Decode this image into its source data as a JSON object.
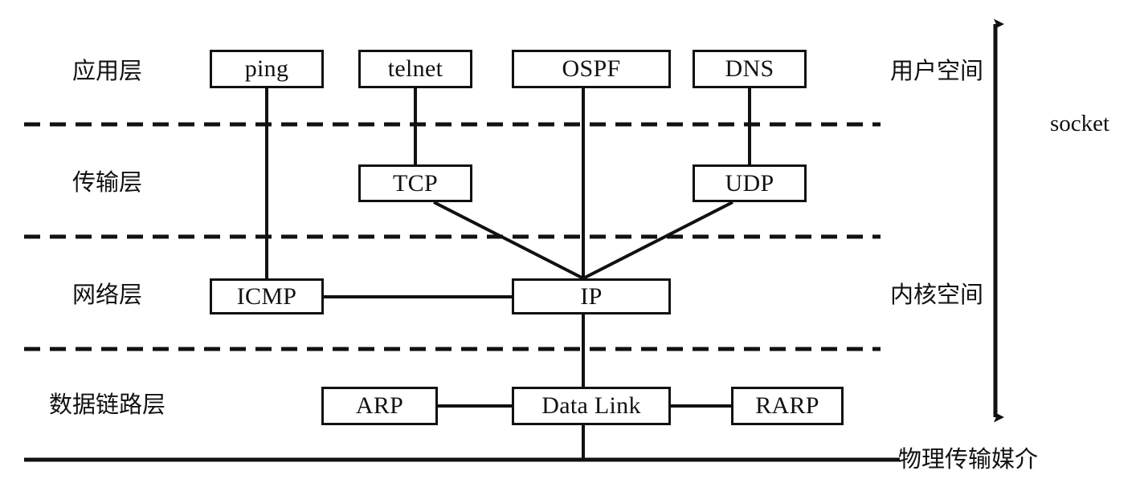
{
  "diagram": {
    "title": "TCP/IP protocol stack layered diagram",
    "colors": {
      "stroke": "#111111",
      "background": "#ffffff"
    },
    "layers": [
      {
        "id": "application",
        "label": "应用层"
      },
      {
        "id": "transport",
        "label": "传输层"
      },
      {
        "id": "network",
        "label": "网络层"
      },
      {
        "id": "datalink",
        "label": "数据链路层"
      }
    ],
    "nodes": [
      {
        "id": "ping",
        "label": "ping",
        "layer": "application"
      },
      {
        "id": "telnet",
        "label": "telnet",
        "layer": "application"
      },
      {
        "id": "ospf",
        "label": "OSPF",
        "layer": "application"
      },
      {
        "id": "dns",
        "label": "DNS",
        "layer": "application"
      },
      {
        "id": "tcp",
        "label": "TCP",
        "layer": "transport"
      },
      {
        "id": "udp",
        "label": "UDP",
        "layer": "transport"
      },
      {
        "id": "icmp",
        "label": "ICMP",
        "layer": "network"
      },
      {
        "id": "ip",
        "label": "IP",
        "layer": "network"
      },
      {
        "id": "arp",
        "label": "ARP",
        "layer": "datalink"
      },
      {
        "id": "datalink",
        "label": "Data Link",
        "layer": "datalink"
      },
      {
        "id": "rarp",
        "label": "RARP",
        "layer": "datalink"
      }
    ],
    "connections": [
      {
        "from": "ping",
        "to": "icmp"
      },
      {
        "from": "telnet",
        "to": "tcp"
      },
      {
        "from": "ospf",
        "to": "ip"
      },
      {
        "from": "dns",
        "to": "udp"
      },
      {
        "from": "tcp",
        "to": "ip"
      },
      {
        "from": "udp",
        "to": "ip"
      },
      {
        "from": "icmp",
        "to": "ip"
      },
      {
        "from": "ip",
        "to": "datalink"
      },
      {
        "from": "arp",
        "to": "datalink"
      },
      {
        "from": "datalink",
        "to": "rarp"
      },
      {
        "from": "datalink",
        "to": "physical-medium"
      }
    ],
    "annotations": {
      "user_space": "用户空间",
      "kernel_space": "内核空间",
      "socket": "socket",
      "physical_medium": "物理传输媒介"
    },
    "boundaries": [
      {
        "id": "socket-boundary",
        "style": "dashed"
      },
      {
        "id": "transport-network-boundary",
        "style": "dashed"
      },
      {
        "id": "network-datalink-boundary",
        "style": "dashed"
      },
      {
        "id": "physical-medium-line",
        "style": "solid"
      }
    ],
    "span_arrow": {
      "id": "user-kernel-span-arrow",
      "direction": "double"
    }
  }
}
